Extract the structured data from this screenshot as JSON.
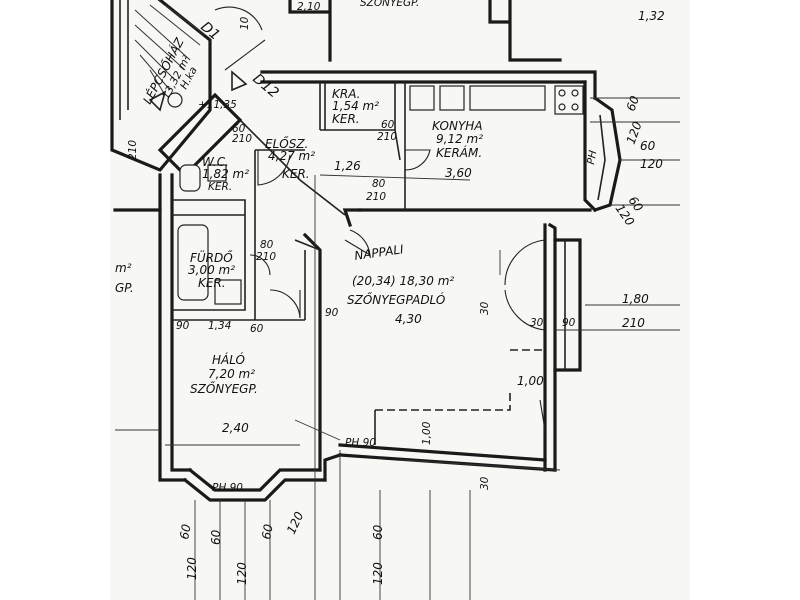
{
  "rooms": {
    "stair": {
      "name": "LÉPCSŐHÁZ",
      "area": "13,32 m²",
      "code": "H.ka",
      "level": "+11,35"
    },
    "pantry": {
      "name": "KRA.",
      "area": "1,54 m²",
      "floor": "KER."
    },
    "kitchen": {
      "name": "KONYHA",
      "area": "9,12 m²",
      "floor": "KERÁM.",
      "height": "3,60"
    },
    "hall": {
      "name": "ELŐSZ.",
      "area": "4,27 m²",
      "floor": "KER."
    },
    "wc": {
      "name": "W.C.",
      "area": "1,82 m²",
      "floor": "KER."
    },
    "bath": {
      "name": "FÜRDŐ",
      "area": "3,00 m²",
      "floor": "KER."
    },
    "living": {
      "name": "NAPPALI",
      "area": "(20,34) 18,30 m²",
      "floor": "SZŐNYEGPADLÓ",
      "height": "4,30"
    },
    "bedroom": {
      "name": "HÁLÓ",
      "area": "7,20 m²",
      "floor": "SZŐNYEGP.",
      "height": "2,40"
    },
    "left_edge": {
      "area": "m²",
      "floor": "GP."
    },
    "top": {
      "label": "SZŐNYEGP.",
      "height": "2,10",
      "right_height": "1,32"
    }
  },
  "marks": {
    "d1": "D1",
    "d2": "D12",
    "ph_bay_kitchen": "PH",
    "ph_bay_bedroom": "PH 90",
    "ph_bottom": "PH 90"
  },
  "dims": {
    "right_top": [
      "60",
      "120",
      "60",
      "120",
      "60",
      "120"
    ],
    "right_mid": [
      "1,80",
      "210"
    ],
    "kitchen_door": [
      "60",
      "210"
    ],
    "kitchen_door2": [
      "80",
      "210"
    ],
    "hall_w": "1,26",
    "bath_door": [
      "80",
      "210"
    ],
    "wc_door": [
      "60",
      "210"
    ],
    "bedroom_top": [
      "90",
      "1,34",
      "60"
    ],
    "living_door": [
      "90"
    ],
    "living_side": [
      "30",
      "90",
      "30"
    ],
    "balcony": [
      "1,00"
    ],
    "vert_a": "1,00",
    "vert_b": "30",
    "bottom": [
      "60",
      "120",
      "60",
      "120",
      "60",
      "120",
      "60",
      "120"
    ],
    "stair_side": [
      "210",
      "10"
    ]
  }
}
